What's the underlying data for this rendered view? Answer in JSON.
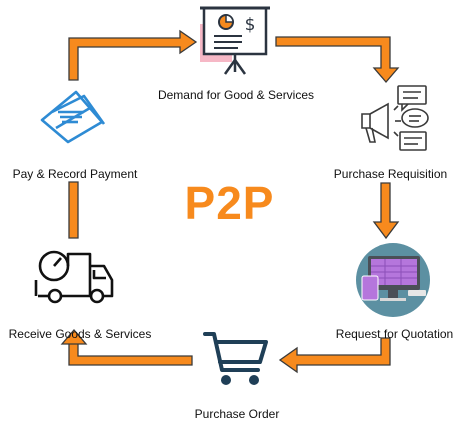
{
  "title": "P2P",
  "colors": {
    "accent": "#f78a1d",
    "outline": "#3a3a3a",
    "icon_dark": "#2b3440",
    "icon_blue": "#2e8bd4",
    "screen_purple": "#b576dc",
    "pink": "#f6b8c6"
  },
  "steps": [
    {
      "label": "Demand for Good & Services",
      "icon": "presentation-board-icon"
    },
    {
      "label": "Purchase Requisition",
      "icon": "megaphone-chat-icon"
    },
    {
      "label": "Request for Quotation",
      "icon": "computer-monitor-icon"
    },
    {
      "label": "Purchase Order",
      "icon": "shopping-cart-icon"
    },
    {
      "label": "Receive Goods & Services",
      "icon": "delivery-truck-icon"
    },
    {
      "label": "Pay & Record Payment",
      "icon": "credit-card-icon"
    }
  ]
}
